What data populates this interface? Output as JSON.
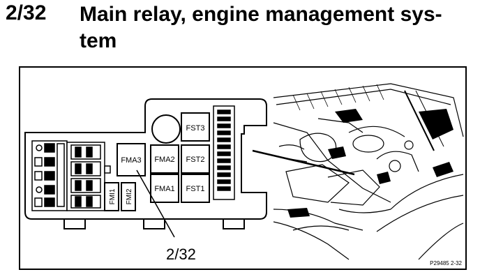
{
  "header": {
    "section_number": "2/32",
    "title_line1": "Main relay, engine management sys-",
    "title_line2": "tem"
  },
  "figure": {
    "relays": {
      "fst3": "FST3",
      "fma3": "FMA3",
      "fma2": "FMA2",
      "fst2": "FST2",
      "fma1": "FMA1",
      "fst1": "FST1",
      "fmi1": "FMI1",
      "fmi2": "FMI2"
    },
    "callout": "2/32",
    "figure_code": "P29485 2-32"
  }
}
